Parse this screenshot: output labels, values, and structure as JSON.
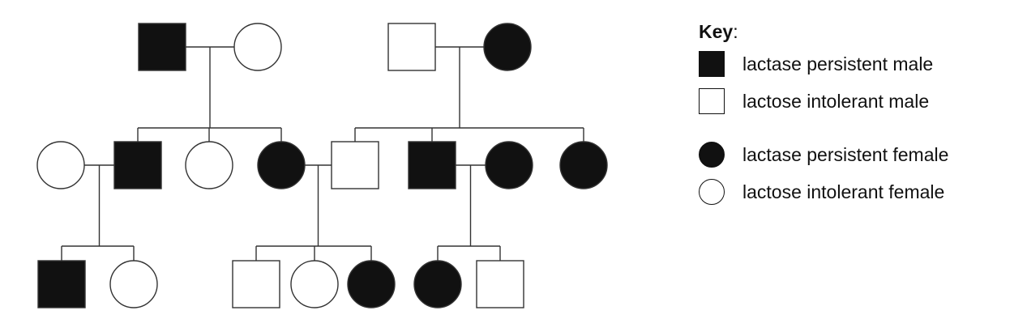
{
  "pedigree": {
    "colors": {
      "affected": "#111111",
      "unaffected": "#ffffff",
      "line": "#333333"
    },
    "individuals": [
      {
        "id": "I1",
        "sex": "male",
        "lactase_persistent": true
      },
      {
        "id": "I2",
        "sex": "female",
        "lactase_persistent": false
      },
      {
        "id": "I3",
        "sex": "male",
        "lactase_persistent": false
      },
      {
        "id": "I4",
        "sex": "female",
        "lactase_persistent": true
      },
      {
        "id": "II1",
        "sex": "female",
        "lactase_persistent": false
      },
      {
        "id": "II2",
        "sex": "male",
        "lactase_persistent": true
      },
      {
        "id": "II3",
        "sex": "female",
        "lactase_persistent": false
      },
      {
        "id": "II4",
        "sex": "female",
        "lactase_persistent": true
      },
      {
        "id": "II5",
        "sex": "male",
        "lactase_persistent": false
      },
      {
        "id": "II6",
        "sex": "male",
        "lactase_persistent": true
      },
      {
        "id": "II7",
        "sex": "female",
        "lactase_persistent": true
      },
      {
        "id": "II8",
        "sex": "female",
        "lactase_persistent": true
      },
      {
        "id": "III1",
        "sex": "male",
        "lactase_persistent": true
      },
      {
        "id": "III2",
        "sex": "female",
        "lactase_persistent": false
      },
      {
        "id": "III3",
        "sex": "male",
        "lactase_persistent": false
      },
      {
        "id": "III4",
        "sex": "female",
        "lactase_persistent": false
      },
      {
        "id": "III5",
        "sex": "female",
        "lactase_persistent": true
      },
      {
        "id": "III6",
        "sex": "female",
        "lactase_persistent": true
      },
      {
        "id": "III7",
        "sex": "male",
        "lactase_persistent": false
      }
    ],
    "matings": [
      {
        "parents": [
          "I1",
          "I2"
        ],
        "children": [
          "II2",
          "II3",
          "II4"
        ]
      },
      {
        "parents": [
          "I3",
          "I4"
        ],
        "children": [
          "II5",
          "II6",
          "II8"
        ]
      },
      {
        "parents": [
          "II1",
          "II2"
        ],
        "children": [
          "III1",
          "III2"
        ]
      },
      {
        "parents": [
          "II4",
          "II5"
        ],
        "children": [
          "III3",
          "III4",
          "III5"
        ]
      },
      {
        "parents": [
          "II6",
          "II7"
        ],
        "children": [
          "III6",
          "III7"
        ]
      }
    ]
  },
  "key": {
    "title": "Key",
    "title_suffix": ":",
    "items": [
      {
        "shape": "square",
        "filled": true,
        "label": "lactase persistent male"
      },
      {
        "shape": "square",
        "filled": false,
        "label": "lactose intolerant male"
      },
      {
        "shape": "circle",
        "filled": true,
        "label": "lactase persistent female"
      },
      {
        "shape": "circle",
        "filled": false,
        "label": "lactose intolerant female"
      }
    ]
  }
}
